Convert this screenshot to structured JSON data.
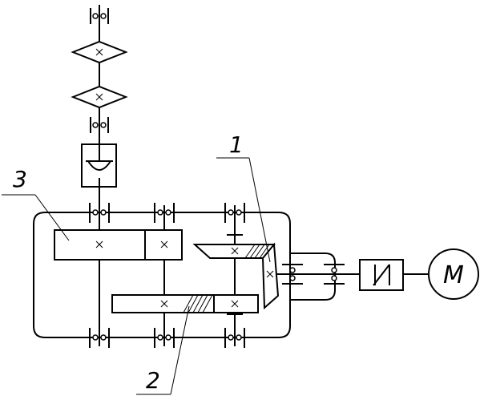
{
  "labels": {
    "callout_1": "1",
    "callout_2": "2",
    "callout_3": "3",
    "motor": "M"
  }
}
